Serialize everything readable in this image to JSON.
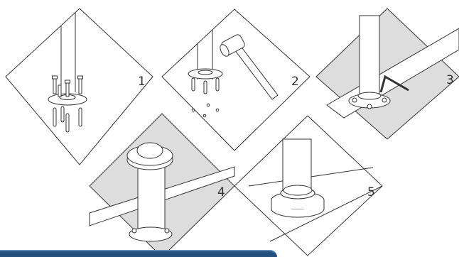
{
  "steps": [
    {
      "number": "1"
    },
    {
      "number": "2"
    },
    {
      "number": "3"
    },
    {
      "number": "4"
    },
    {
      "number": "5"
    }
  ],
  "colors": {
    "line": "#333333",
    "floor_shade": "#dddddd",
    "background": "#ffffff",
    "bar": "#234f7c"
  }
}
